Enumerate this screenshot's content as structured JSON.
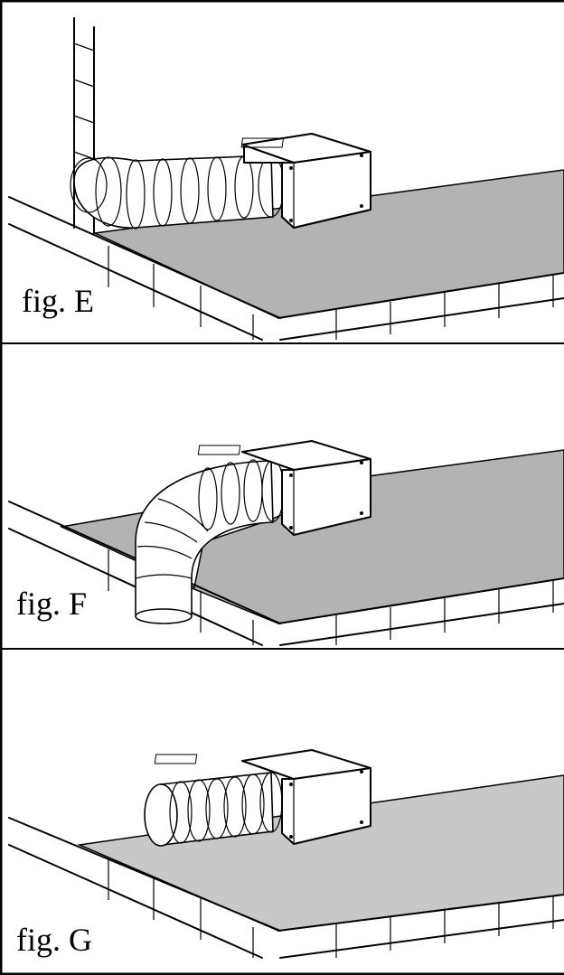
{
  "colors": {
    "line": "#000000",
    "floor": "#b3b3b3",
    "background": "#ffffff"
  },
  "panels": [
    {
      "label": "fig. E"
    },
    {
      "label": "fig. F"
    },
    {
      "label": "fig. G"
    }
  ]
}
